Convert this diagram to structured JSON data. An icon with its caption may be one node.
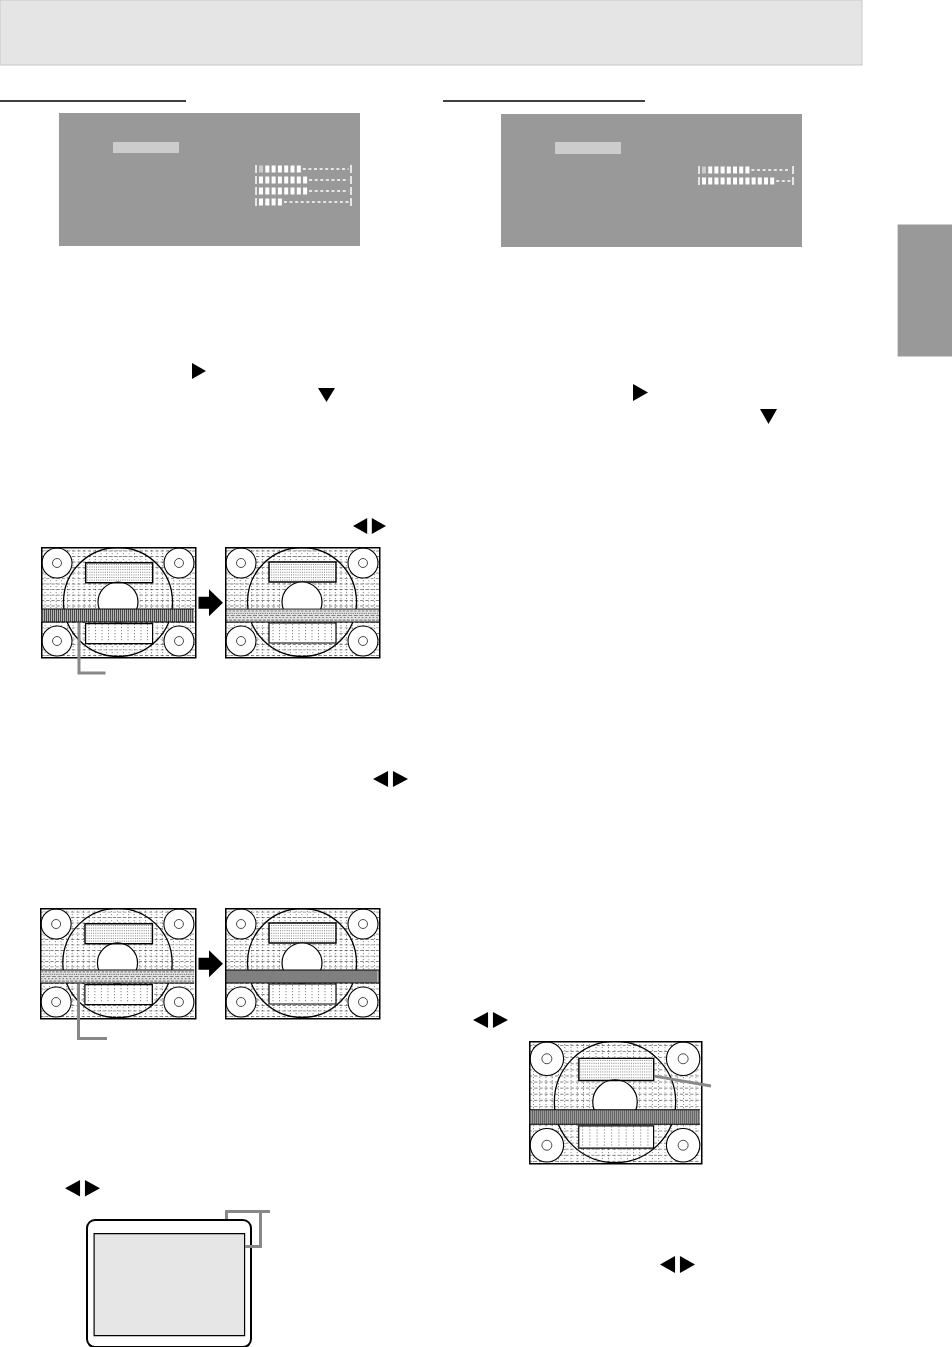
{
  "diagram": {
    "nodes": [
      {
        "text": [],
        "shape": "box"
      },
      {
        "text": [],
        "shape": "picture"
      },
      {
        "text": [],
        "shape": "box",
        "in": 1
      },
      {
        "text": [],
        "shape": "bar",
        "in": 1
      },
      {
        "text": [],
        "shape": "box",
        "in": 1
      },
      {
        "text": [],
        "shape": "picture"
      },
      {
        "text": [],
        "shape": "picture"
      },
      {
        "text": [],
        "shape": "box",
        "in": 6
      },
      {
        "text": [],
        "shape": "bar",
        "in": 6
      },
      {
        "text": [],
        "shape": "box",
        "in": 6
      },
      {
        "text": [],
        "shape": "picture"
      },
      {
        "text": [],
        "shape": "picture"
      },
      {
        "text": [],
        "shape": "box",
        "in": 11
      },
      {
        "text": [],
        "shape": "bar",
        "in": 11
      },
      {
        "text": [],
        "shape": "box",
        "in": 11
      },
      {
        "text": [],
        "shape": "box"
      },
      {
        "text": [],
        "shape": "box",
        "in": 15
      }
    ],
    "edges": [
      {
        "from": 1,
        "to": 5,
        "arrow": "to",
        "style": "thick",
        "color": "#000000"
      },
      {
        "from": 6,
        "to": 10,
        "arrow": "to",
        "style": "thick",
        "color": "#000000"
      },
      {
        "from": null,
        "to": 3,
        "arrow": "none"
      },
      {
        "from": null,
        "to": 8,
        "arrow": "none"
      },
      {
        "from": null,
        "to": 12,
        "arrow": "none"
      },
      {
        "from": null,
        "to": 15,
        "arrow": "none"
      },
      {
        "from": null,
        "to": 16,
        "arrow": "none"
      }
    ]
  }
}
